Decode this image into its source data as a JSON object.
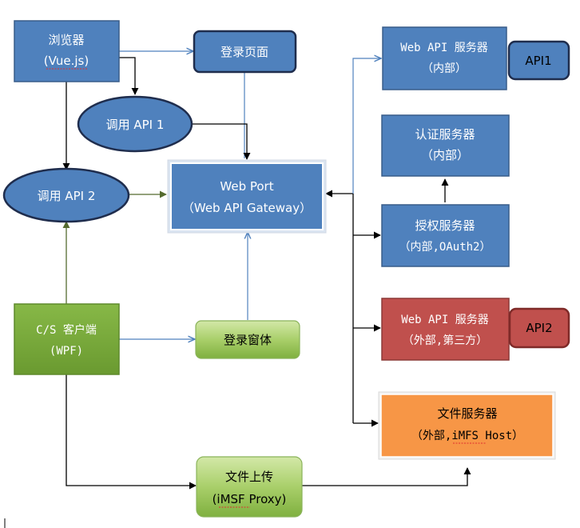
{
  "colors": {
    "blue": "#4f81bd",
    "blue_border": "#385d8a",
    "dark_navy": "#1f2d4d",
    "green": "#77a83c",
    "green_light": "#b3d67a",
    "green_border": "#5e8a2c",
    "red": "#c0504d",
    "red_border": "#7f2a28",
    "orange": "#f79646",
    "orange_border": "#d9d9d9",
    "connector_blue": "#4f81bd",
    "connector_olive": "#556b2f",
    "connector_black": "#000000"
  },
  "nodes": {
    "browser": {
      "line1": "浏览器",
      "line2": "(Vue.js)"
    },
    "login_page": {
      "line1": "登录页面"
    },
    "call_api_1": {
      "line1": "调用 API 1"
    },
    "call_api_2": {
      "line1": "调用 API 2"
    },
    "web_port": {
      "line1": "Web Port",
      "line2": "（Web API Gateway）"
    },
    "cs_client": {
      "line1": "C/S 客户端",
      "line2": "(WPF)"
    },
    "login_window": {
      "line1": "登录窗体"
    },
    "file_upload": {
      "line1": "文件上传",
      "line2": "(iMSF Proxy)"
    },
    "web_api_internal": {
      "line1": "Web API 服务器",
      "line2": "（内部）"
    },
    "api1_tag": {
      "line1": "API1"
    },
    "auth_server": {
      "line1": "认证服务器",
      "line2": "（内部）"
    },
    "authz_server": {
      "line1": "授权服务器",
      "line2": "（内部,OAuth2）"
    },
    "web_api_external": {
      "line1": "Web API 服务器",
      "line2": "（外部,第三方）"
    },
    "api2_tag": {
      "line1": "API2"
    },
    "file_server": {
      "line1": "文件服务器",
      "line2": "（外部,iMFS Host）"
    }
  }
}
